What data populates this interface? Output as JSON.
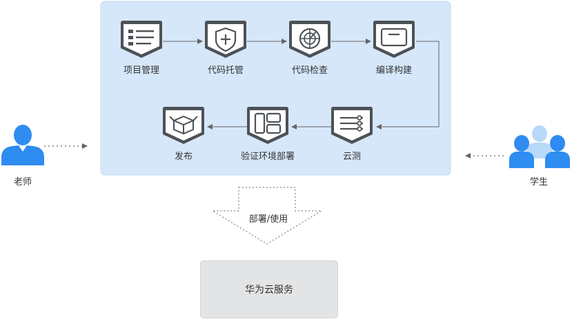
{
  "diagram": {
    "steps": [
      {
        "id": "project-management",
        "label": "项目管理",
        "icon": "list-icon"
      },
      {
        "id": "code-hosting",
        "label": "代码托管",
        "icon": "shield-plus-icon"
      },
      {
        "id": "code-check",
        "label": "代码检查",
        "icon": "radar-icon"
      },
      {
        "id": "compile-build",
        "label": "编译构建",
        "icon": "window-icon"
      },
      {
        "id": "cloud-test",
        "label": "云测",
        "icon": "slider-lines-icon"
      },
      {
        "id": "verify-env-deploy",
        "label": "验证环境部署",
        "icon": "layout-grid-icon"
      },
      {
        "id": "release",
        "label": "发布",
        "icon": "open-box-icon"
      }
    ],
    "teacher": {
      "label": "老师",
      "icon": "person-icon"
    },
    "students": {
      "label": "学生",
      "icon": "people-group-icon"
    },
    "deploy_arrow_label": "部署/使用",
    "huawei_cloud": {
      "label": "华为云服务"
    },
    "colors": {
      "panel_fill": "#d6e7fa",
      "panel_border": "#c2d8f0",
      "icon_dark": "#4d5257",
      "person_blue": "#2f8cf0",
      "person_light": "#b9d9f8",
      "arrow_gray": "#666666",
      "service_box": "#e3e4e5"
    }
  }
}
